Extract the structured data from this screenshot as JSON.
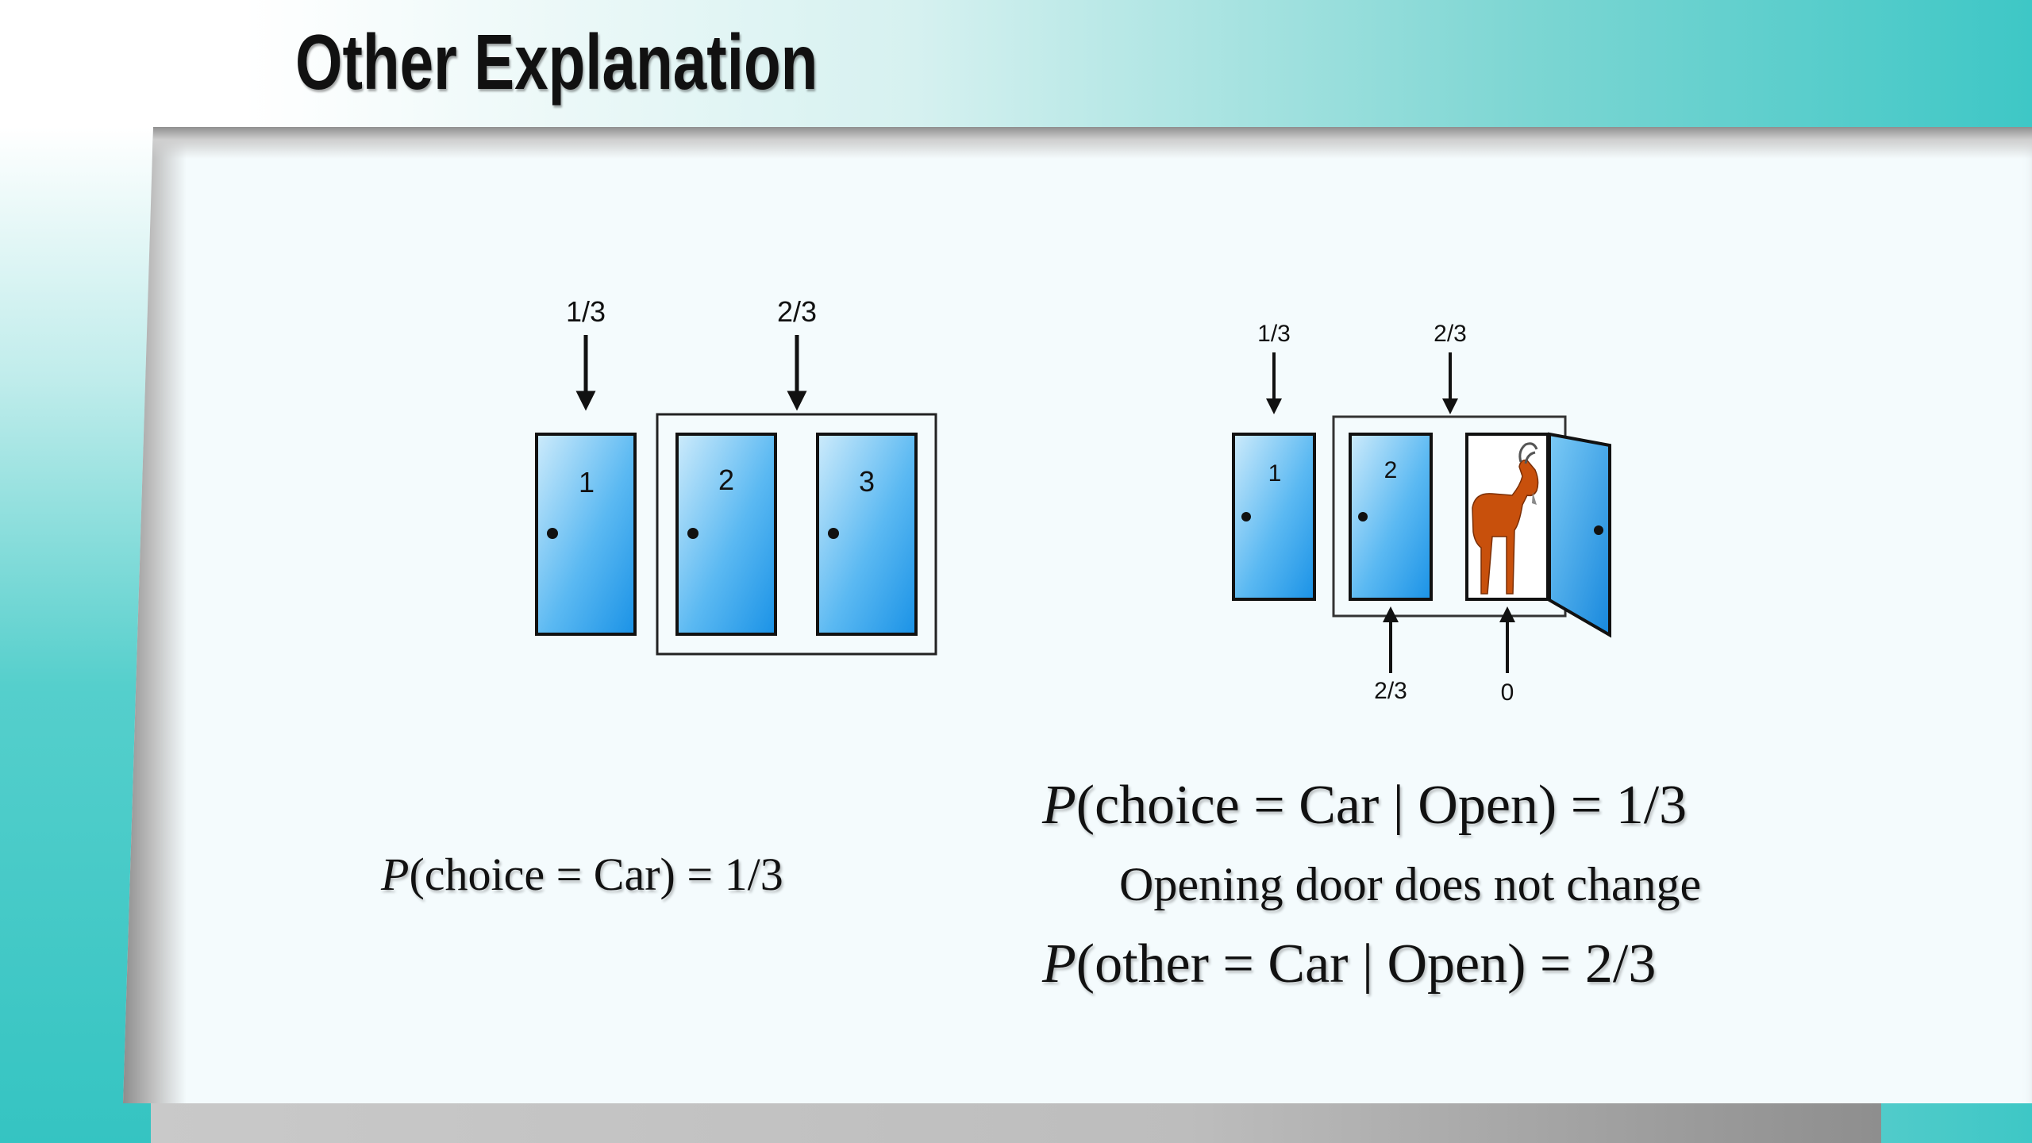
{
  "title": "Other Explanation",
  "left_diagram": {
    "label_single": "1/3",
    "label_group": "2/3",
    "doors": [
      "1",
      "2",
      "3"
    ]
  },
  "right_diagram": {
    "label_single": "1/3",
    "label_group": "2/3",
    "doors": [
      "1",
      "2"
    ],
    "bottom_label_closed": "2/3",
    "bottom_label_open": "0",
    "revealed": "goat"
  },
  "formulas": {
    "left": {
      "var": "P",
      "text": "(choice = Car) = 1/3"
    },
    "right1": {
      "var": "P",
      "text": "(choice = Car | Open) = 1/3"
    },
    "note": "Opening door does not change",
    "right2": {
      "var": "P",
      "text": "(other = Car | Open) = 2/3"
    }
  },
  "colors": {
    "door_light": "#bfe6fb",
    "door_dark": "#1f95e6",
    "goat": "#c8500c"
  }
}
